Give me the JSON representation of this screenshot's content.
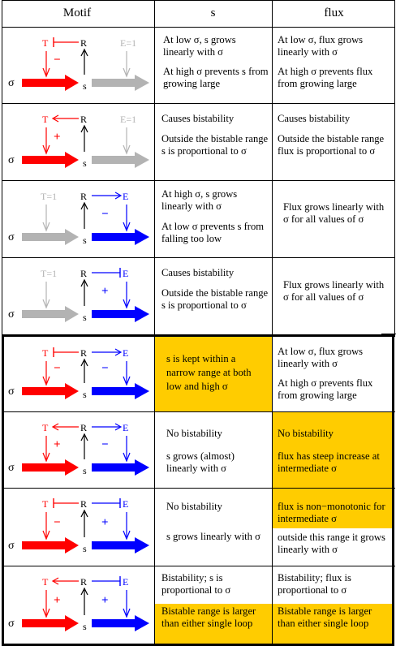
{
  "header": {
    "motif": "Motif",
    "s": "s",
    "flux": "flux"
  },
  "colors": {
    "red": "#ff0000",
    "blue": "#0000ff",
    "gray": "#b3b3b3",
    "highlight": "#ffcc00"
  },
  "rows": [
    {
      "motif": {
        "sigma": "σ",
        "s": "s",
        "R": "R",
        "left": "T",
        "right": "E=1",
        "left_sign": "−",
        "right_sign": "",
        "left_color": "red",
        "right_color": "gray",
        "left_kind": "inhibit",
        "right_kind": "activate"
      },
      "s": [
        "At low  σ,  s grows linearly with  σ",
        "At high  σ prevents s from growing large"
      ],
      "flux": [
        "At low  σ,  flux grows linearly with  σ",
        "At high  σ prevents flux from growing large"
      ]
    },
    {
      "motif": {
        "sigma": "σ",
        "s": "s",
        "R": "R",
        "left": "T",
        "right": "E=1",
        "left_sign": "+",
        "right_sign": "",
        "left_color": "red",
        "right_color": "gray",
        "left_kind": "activate",
        "right_kind": "activate"
      },
      "s": [
        "Causes bistability",
        "Outside the bistable range s is proportional to  σ"
      ],
      "flux": [
        "Causes bistability",
        "Outside the bistable range flux is proportional to  σ"
      ]
    },
    {
      "motif": {
        "sigma": "σ",
        "s": "s",
        "R": "R",
        "left": "T=1",
        "right": "E",
        "left_sign": "",
        "right_sign": "−",
        "left_color": "gray",
        "right_color": "blue",
        "left_kind": "activate",
        "right_kind": "activate"
      },
      "s": [
        "At high  σ,  s grows linearly with  σ",
        "At low  σ prevents s from falling too low"
      ],
      "flux": [
        "Flux grows linearly with  σ for all values of  σ"
      ]
    },
    {
      "motif": {
        "sigma": "σ",
        "s": "s",
        "R": "R",
        "left": "T=1",
        "right": "E",
        "left_sign": "",
        "right_sign": "+",
        "left_color": "gray",
        "right_color": "blue",
        "left_kind": "activate",
        "right_kind": "inhibit"
      },
      "s": [
        "Causes bistability",
        "Outside the bistable range s is proportional to  σ"
      ],
      "flux": [
        "Flux grows linearly with  σ for all values of  σ"
      ]
    },
    {
      "motif": {
        "sigma": "σ",
        "s": "s",
        "R": "R",
        "left": "T",
        "right": "E",
        "left_sign": "−",
        "right_sign": "−",
        "left_color": "red",
        "right_color": "blue",
        "left_kind": "inhibit",
        "right_kind": "activate"
      },
      "s": [
        "s is kept within a narrow range at both low and high σ"
      ],
      "flux": [
        "At low  σ,  flux grows linearly with  σ",
        "At high  σ prevents flux from growing large"
      ]
    },
    {
      "motif": {
        "sigma": "σ",
        "s": "s",
        "R": "R",
        "left": "T",
        "right": "E",
        "left_sign": "+",
        "right_sign": "−",
        "left_color": "red",
        "right_color": "blue",
        "left_kind": "activate",
        "right_kind": "activate"
      },
      "s": [
        "No bistability",
        "s grows (almost) linearly with  σ"
      ],
      "flux": [
        "No bistability",
        "flux has steep increase at intermediate  σ"
      ]
    },
    {
      "motif": {
        "sigma": "σ",
        "s": "s",
        "R": "R",
        "left": "T",
        "right": "E",
        "left_sign": "−",
        "right_sign": "+",
        "left_color": "red",
        "right_color": "blue",
        "left_kind": "inhibit",
        "right_kind": "inhibit"
      },
      "s": [
        "No bistability",
        "s grows linearly with  σ"
      ],
      "flux": [
        "flux is non−monotonic for intermediate  σ",
        "outside this range it grows linearly with  σ"
      ]
    },
    {
      "motif": {
        "sigma": "σ",
        "s": "s",
        "R": "R",
        "left": "T",
        "right": "E",
        "left_sign": "+",
        "right_sign": "+",
        "left_color": "red",
        "right_color": "blue",
        "left_kind": "activate",
        "right_kind": "inhibit"
      },
      "s": [
        "Bistability; s is proportional to  σ",
        "Bistable range is larger than either single loop"
      ],
      "flux": [
        "Bistability; flux is proportional to  σ",
        "Bistable range is larger than either single loop"
      ]
    }
  ]
}
